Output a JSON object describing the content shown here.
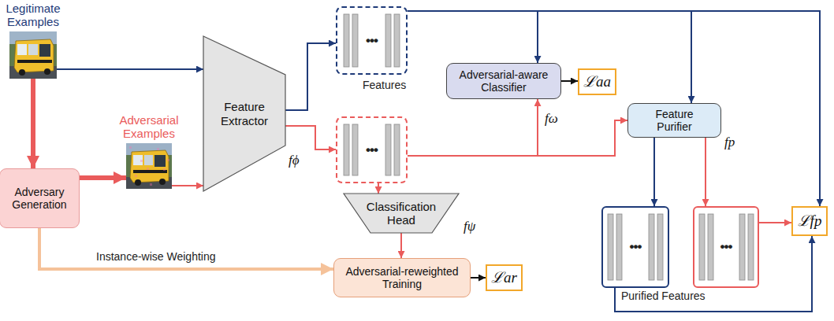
{
  "diagram": {
    "nodes": [
      {
        "text": [
          "Legitimate Examples"
        ]
      },
      {
        "text": [
          "Adversary Generation"
        ]
      },
      {
        "text": [
          "Adversarial Examples"
        ]
      },
      {
        "text": [
          "Feature Extractor",
          "fϕ"
        ]
      },
      {
        "text": [
          "•••"
        ]
      },
      {
        "text": [
          "•••"
        ]
      },
      {
        "text": [
          "Adversarial-aware Classifier",
          "fω"
        ]
      },
      {
        "text": [
          "ℒaa"
        ]
      },
      {
        "text": [
          "Feature Purifier",
          "fp"
        ]
      },
      {
        "text": [
          "Classification Head",
          "fψ"
        ]
      },
      {
        "text": [
          "Adversarial-reweighted Training"
        ]
      },
      {
        "text": [
          "ℒar"
        ]
      },
      {
        "text": [
          "•••"
        ]
      },
      {
        "text": [
          "•••"
        ]
      },
      {
        "text": [
          "ℒfp"
        ]
      }
    ],
    "edges": [
      {
        "from": 0,
        "to": 3,
        "arrow": "to"
      },
      {
        "from": 0,
        "to": 1,
        "arrow": "to"
      },
      {
        "from": 1,
        "to": 2,
        "arrow": "to"
      },
      {
        "from": 2,
        "to": 3,
        "arrow": "to"
      },
      {
        "from": 3,
        "to": 4,
        "arrow": "to"
      },
      {
        "from": 3,
        "to": 5,
        "arrow": "to"
      },
      {
        "from": 4,
        "to": 6,
        "arrow": "to"
      },
      {
        "from": 5,
        "to": 6,
        "arrow": "to"
      },
      {
        "from": 6,
        "to": 7,
        "arrow": "to"
      },
      {
        "from": 4,
        "to": 8,
        "arrow": "to"
      },
      {
        "from": 4,
        "to": 14,
        "arrow": "to"
      },
      {
        "from": 5,
        "to": 8,
        "arrow": "to"
      },
      {
        "from": 8,
        "to": 12,
        "arrow": "to"
      },
      {
        "from": 8,
        "to": 13,
        "arrow": "to"
      },
      {
        "from": 13,
        "to": 14,
        "arrow": "to"
      },
      {
        "from": 12,
        "to": 14,
        "arrow": "to"
      },
      {
        "from": 5,
        "to": 9,
        "arrow": "to"
      },
      {
        "from": 9,
        "to": 10,
        "arrow": "to"
      },
      {
        "from": 10,
        "to": 11,
        "arrow": "to"
      },
      {
        "from": 1,
        "to": 10,
        "label": "Instance-wise Weighting",
        "arrow": "to"
      }
    ],
    "labels": [
      "Features",
      "Purified Features"
    ]
  }
}
